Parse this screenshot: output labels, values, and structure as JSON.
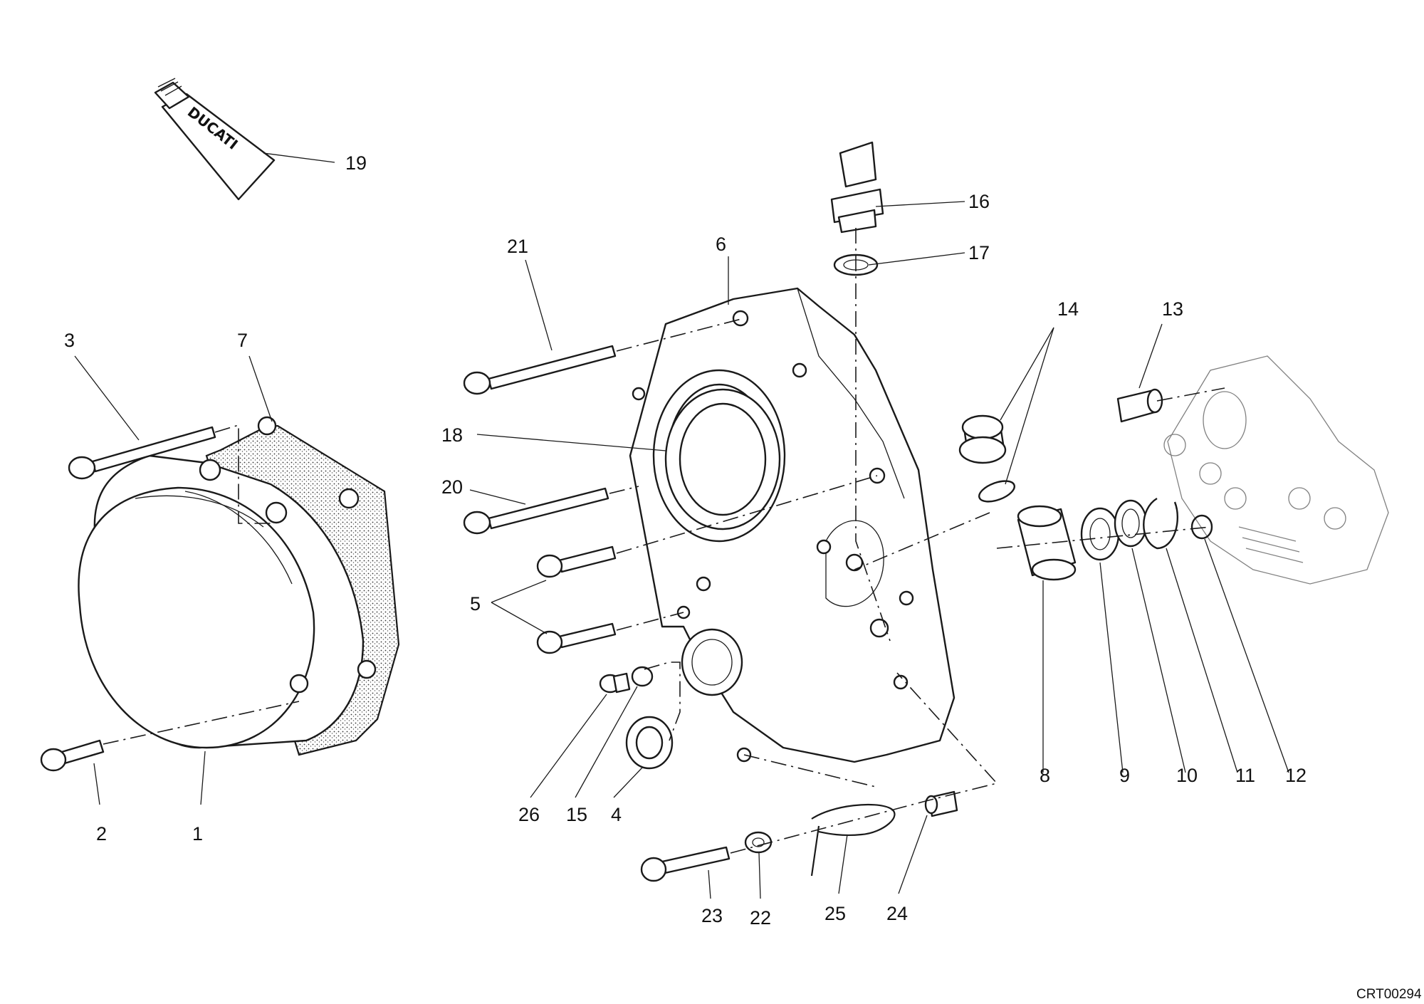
{
  "diagram": {
    "reference_code": "CRT00294",
    "tube_brand": "DUCATI",
    "labels": {
      "l1": "1",
      "l2": "2",
      "l3": "3",
      "l4": "4",
      "l5": "5",
      "l6": "6",
      "l7": "7",
      "l8": "8",
      "l9": "9",
      "l10": "10",
      "l11": "11",
      "l12": "12",
      "l13": "13",
      "l14": "14",
      "l15": "15",
      "l16": "16",
      "l17": "17",
      "l18": "18",
      "l19": "19",
      "l20": "20",
      "l21": "21",
      "l22": "22",
      "l23": "23",
      "l24": "24",
      "l25": "25",
      "l26": "26"
    }
  }
}
